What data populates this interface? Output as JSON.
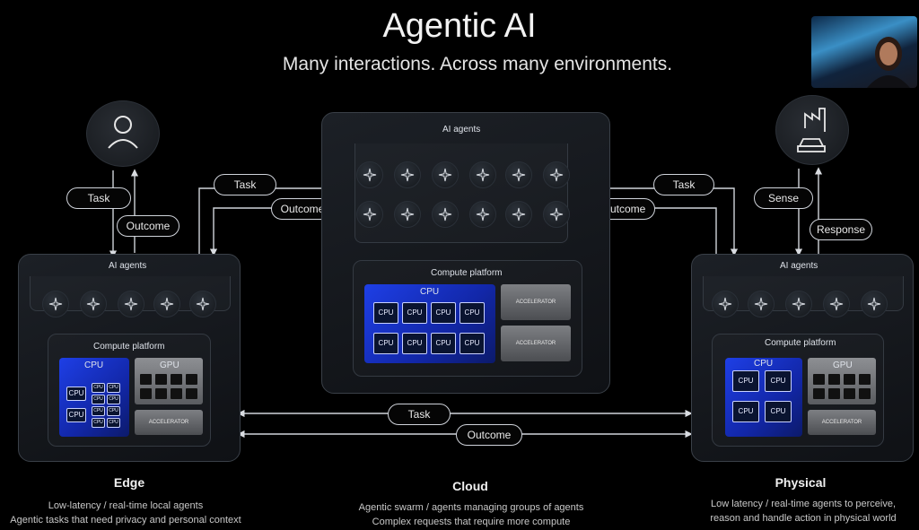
{
  "header": {
    "title": "Agentic AI",
    "subtitle": "Many interactions. Across many environments."
  },
  "edge": {
    "agents_label": "AI agents",
    "compute_label": "Compute platform",
    "cpu_label": "CPU",
    "gpu_label": "GPU",
    "accelerator_label": "ACCELERATOR",
    "core_label": "CPU",
    "heading": "Edge",
    "desc_line1": "Low-latency / real-time local agents",
    "desc_line2": "Agentic tasks that need privacy and personal context",
    "task_label": "Task",
    "outcome_label": "Outcome"
  },
  "cloud": {
    "agents_label": "AI agents",
    "compute_label": "Compute platform",
    "cpu_label": "CPU",
    "accelerator_label": "ACCELERATOR",
    "core_label": "CPU",
    "heading": "Cloud",
    "desc_line1": "Agentic swarm / agents managing groups of agents",
    "desc_line2": "Complex requests that require more compute"
  },
  "physical": {
    "agents_label": "AI agents",
    "compute_label": "Compute platform",
    "cpu_label": "CPU",
    "gpu_label": "GPU",
    "accelerator_label": "ACCELERATOR",
    "core_label": "CPU",
    "heading": "Physical",
    "desc_line1": "Low latency / real-time agents to perceive,",
    "desc_line2": "reason and handle action in physical world",
    "sense_label": "Sense",
    "response_label": "Response"
  },
  "links": {
    "edge_cloud_task": "Task",
    "edge_cloud_outcome": "Outcome",
    "cloud_phys_task": "Task",
    "cloud_phys_outcome": "Outcome",
    "bottom_task": "Task",
    "bottom_outcome": "Outcome"
  },
  "icons": {
    "user": "user-icon",
    "factory_car": "factory-car-icon",
    "agent": "sparkle-icon"
  },
  "colors": {
    "cpu_blue": "#1e3fe6",
    "panel_border": "#3a4048"
  }
}
